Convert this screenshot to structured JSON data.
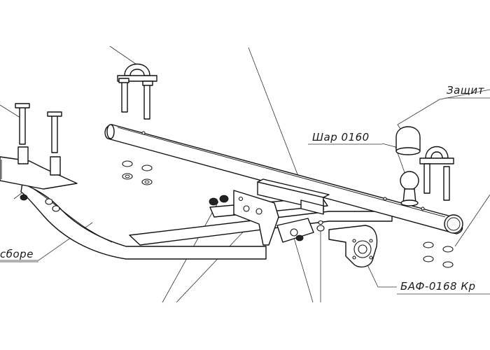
{
  "labels": {
    "protection": "Защит",
    "ball": "Шар 0160",
    "assembly": "сборе",
    "socket_bracket": "БАФ-0168 Кр"
  }
}
